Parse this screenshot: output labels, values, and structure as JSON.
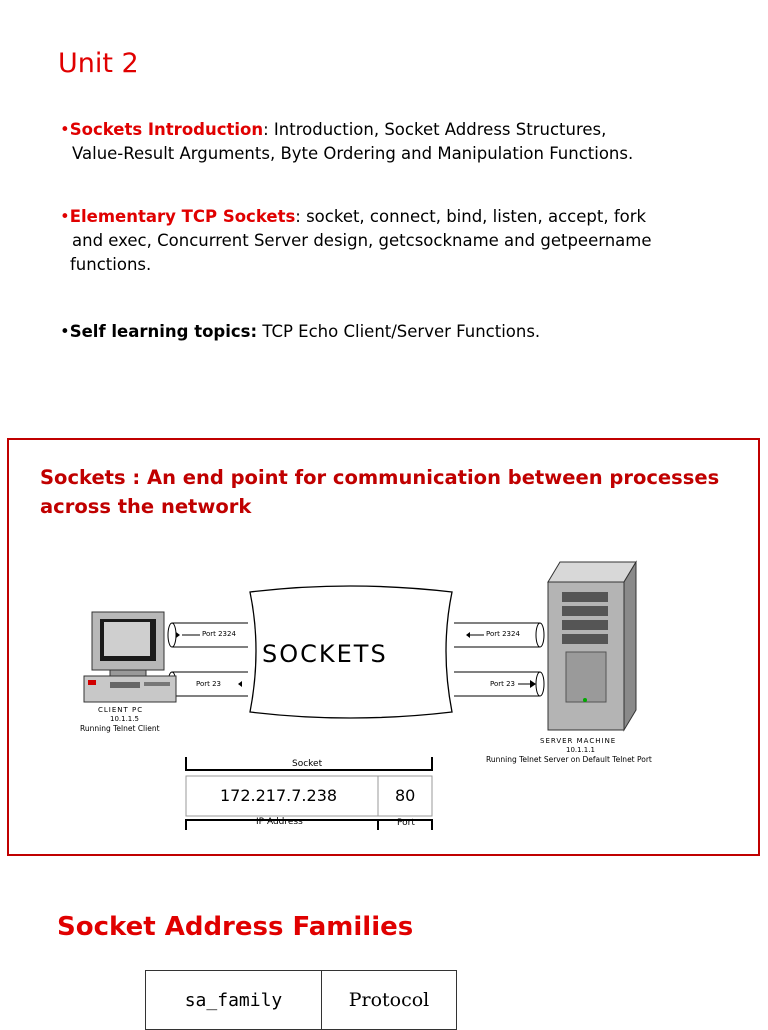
{
  "unit": {
    "title": "Unit 2"
  },
  "topics": [
    {
      "heading": "Sockets Introduction",
      "text_line1": ": Introduction, Socket Address Structures,",
      "text_line2": "Value-Result Arguments, Byte Ordering and Manipulation Functions."
    },
    {
      "heading": "Elementary TCP Sockets",
      "text_line1": ": socket, connect, bind, listen, accept, fork",
      "text_line2": "and exec, Concurrent Server design, getcsockname and getpeername",
      "text_line3": "functions."
    },
    {
      "heading": "Self learning topics:",
      "text_line1": " TCP Echo Client/Server Functions."
    }
  ],
  "slide": {
    "title_line1": "Sockets : An end point for communication between processes",
    "title_line2": "across the network"
  },
  "diagram": {
    "center_label": "SOCKETS",
    "client_port_top": "Port 2324",
    "client_port_bottom": "Port 23",
    "server_port_top": "Port 2324",
    "server_port_bottom": "Port 23",
    "client_label": "CLIENT PC",
    "client_ip": "10.1.1.5",
    "client_desc": "Running Telnet Client",
    "server_label": "SERVER MACHINE",
    "server_ip": "10.1.1.1",
    "server_desc": "Running Telnet Server on Default Telnet Port",
    "socket_header": "Socket",
    "socket_ip": "172.217.7.238",
    "socket_port": "80",
    "ip_caption": "IP Address",
    "port_caption": "Port"
  },
  "families": {
    "title": "Socket Address Families",
    "columns": [
      "sa_family",
      "Protocol"
    ]
  },
  "colors": {
    "accent": "#e00000",
    "border": "#c00000"
  }
}
